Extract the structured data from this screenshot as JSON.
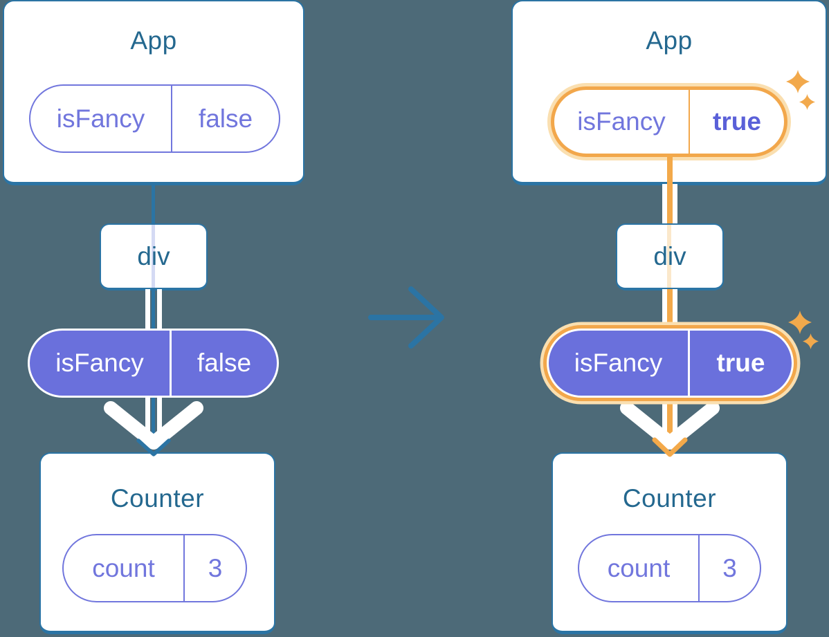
{
  "diagram": {
    "description": "Prop flow diagram: App passes isFancy prop through div to Counter; right side shows highlighted flow when isFancy becomes true",
    "transition_arrow": "right-arrow"
  },
  "colors": {
    "background": "#4d6a78",
    "card_border_blue": "#2b74a4",
    "heading_teal": "#24688f",
    "purple_fill": "#6a70dc",
    "purple_text": "#7176dd",
    "purple_bold_text": "#5a60d8",
    "orange_highlight": "#f2a74b",
    "orange_glow": "#fadfb0",
    "pale_lavender_line": "#d4daf4",
    "pale_peach_line": "#fbe8cb",
    "white": "#ffffff"
  },
  "trees": {
    "left": {
      "app": {
        "title": "App",
        "prop": {
          "name": "isFancy",
          "value": "false"
        }
      },
      "div_node": {
        "label": "div"
      },
      "passed_prop": {
        "name": "isFancy",
        "value": "false"
      },
      "counter": {
        "title": "Counter",
        "state": {
          "name": "count",
          "value": "3"
        }
      }
    },
    "right": {
      "app": {
        "title": "App",
        "prop": {
          "name": "isFancy",
          "value": "true"
        }
      },
      "div_node": {
        "label": "div"
      },
      "passed_prop": {
        "name": "isFancy",
        "value": "true"
      },
      "counter": {
        "title": "Counter",
        "state": {
          "name": "count",
          "value": "3"
        }
      }
    }
  }
}
